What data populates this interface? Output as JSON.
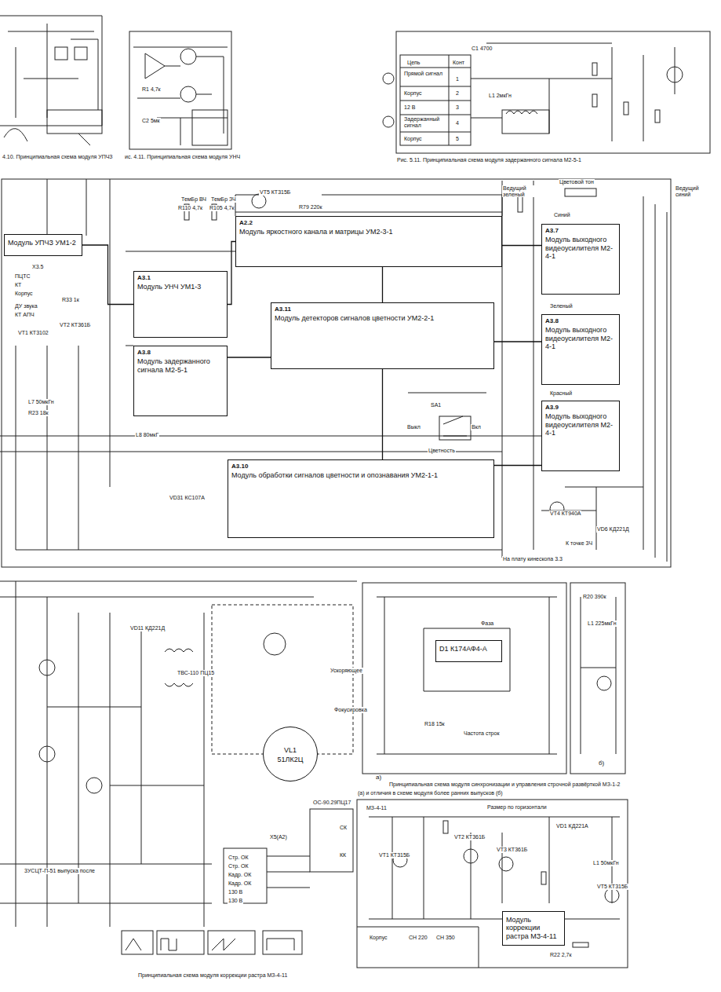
{
  "diagram": {
    "nodes": [
      {
        "text": [
          "Модуль УПЧЗ УМ1-2"
        ]
      },
      {
        "text": [
          "А2.2",
          "Модуль яркостного канала и матрицы УМ2-3-1"
        ]
      },
      {
        "text": [
          "А3.1",
          "Модуль УНЧ УМ1-3"
        ]
      },
      {
        "text": [
          "А3.11",
          "Модуль детекторов сигналов цветности УМ2-2-1"
        ]
      },
      {
        "text": [
          "А3.8",
          "Модуль задержанного сигнала М2-5-1"
        ]
      },
      {
        "text": [
          "А3.10",
          "Модуль обработки сигналов цветности и опознавания УМ2-1-1"
        ]
      },
      {
        "text": [
          "А3.7",
          "Модуль выходного видеоусилителя М2-4-1"
        ]
      },
      {
        "text": [
          "А3.8",
          "Модуль выходного видеоусилителя М2-4-1"
        ]
      },
      {
        "text": [
          "А3.9",
          "Модуль выходного видеоусилителя М2-4-1"
        ]
      },
      {
        "text": [
          "VL1",
          "51ЛК2Ц"
        ]
      },
      {
        "text": [
          "Модуль коррекции растра МЗ-4-11"
        ]
      },
      {
        "text": [
          "D1 К174АФ4-А"
        ]
      }
    ],
    "edges": [
      {
        "from": 0,
        "to": 2,
        "arrow": "none"
      },
      {
        "from": 2,
        "to": 1,
        "arrow": "none"
      },
      {
        "from": 4,
        "to": 3,
        "arrow": "none"
      },
      {
        "from": 1,
        "to": 3,
        "arrow": "none"
      },
      {
        "from": 3,
        "to": 5,
        "arrow": "none"
      },
      {
        "from": 1,
        "to": 6,
        "arrow": "none"
      },
      {
        "from": 3,
        "to": 7,
        "arrow": "none"
      },
      {
        "from": 5,
        "to": 8,
        "arrow": "none"
      }
    ],
    "labels": [
      "4.10. Принципиальная схема модуля УПЧЗ",
      "ис. 4.11. Принципиальная схема модуля УНЧ",
      "Рис. 5.11. Принципиальная схема модуля задержанного сигнала М2-5-1",
      "Цепь",
      "Конт",
      "Прямой сигнал",
      "1",
      "Корпус",
      "2",
      "12 В",
      "3",
      "Задержанный сигнал",
      "4",
      "Корпус",
      "5",
      "С1 4700",
      "L1 2мкГн",
      "R1 4,7к",
      "С2 5мк",
      "ТемБр ВЧ",
      "ТемБр ЗЧ",
      "R110 4,7к",
      "R105 4,7к",
      "VT5 КТ315Б",
      "R79 220к",
      "Цветовой тон",
      "Ведущий зеленый",
      "Ведущий синий",
      "Синий",
      "Зеленый",
      "Красный",
      "Х3.5",
      "ПЦТС",
      "КТ",
      "Корпус",
      "ДУ звука",
      "КТ АПЧ",
      "VT1 КТ3102",
      "VT2 КТ361Б",
      "R33 1к",
      "L7 50мкГн",
      "R23 18к",
      "L8 80мкГ",
      "SA1",
      "Выкл",
      "Вкл",
      "Цветность",
      "VD31 КС107А",
      "VT4 КТ940А",
      "VD6 КД221Д",
      "К точке 3Ч",
      "На плату кинескопа 3.3",
      "ТВС-110 ПЦ15",
      "VD11 КД221Д",
      "Ускоряющее",
      "Фокусировка",
      "Стр. ОК",
      "Стр. ОК",
      "Кадр. ОК",
      "Кадр. ОК",
      "130 В",
      "130 В",
      "Х5(А2)",
      "ОС-90.29ПЦ17",
      "СК",
      "КК",
      "3УСЦТ-П-51 выпуска после",
      "Принципиальная схема модуля коррекции растра МЗ-4-11",
      "Фаза",
      "Частота строк",
      "R18 15к",
      "R20 390к",
      "L1 225мкГн",
      "а)",
      "б)",
      "Принципиальная схема модуля синхронизации и управления строчной развёрткой МЗ-1-2",
      "(а) и отличия в схеме модуля более ранних выпусков (б)",
      "МЗ-4-11",
      "Размер по горизонтали",
      "VT1 КТ315Б",
      "VT2 КТ361Б",
      "VT3 КТ361Б",
      "VD1 КД221А",
      "L1 50мкГн",
      "VT5 КТ315Б",
      "R22 2,7к",
      "Корпус",
      "СН 220",
      "СН 350"
    ]
  }
}
